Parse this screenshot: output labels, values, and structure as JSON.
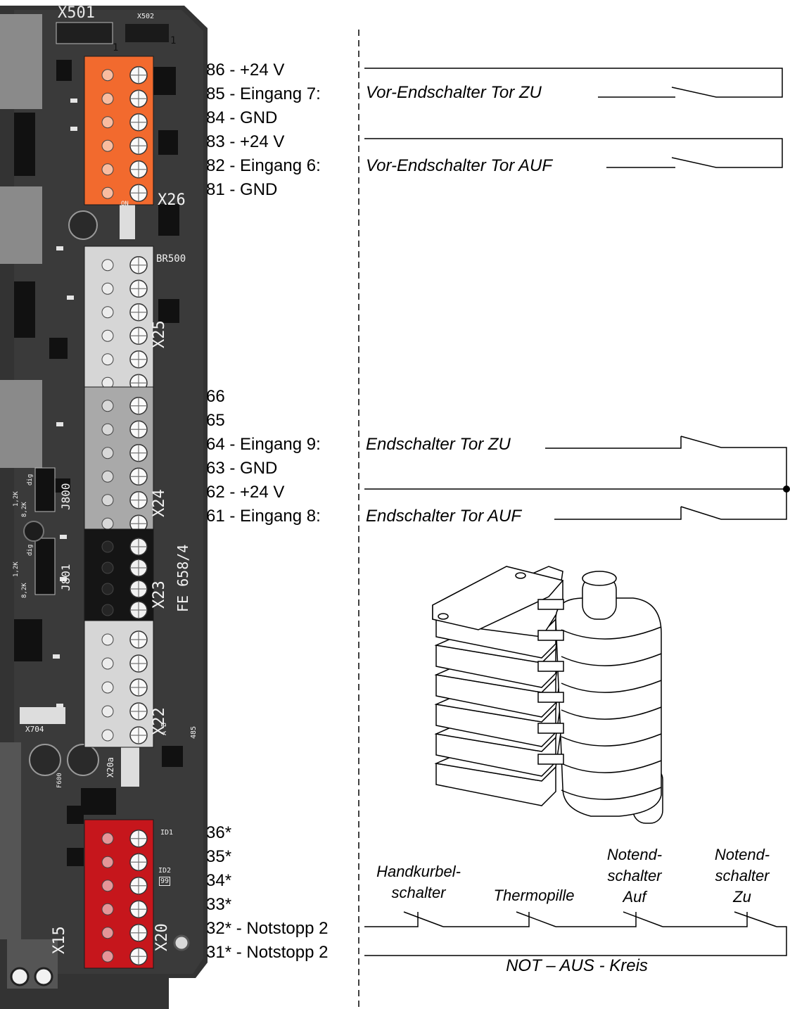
{
  "board": {
    "connectors": {
      "x501": "X501",
      "x502": "X502",
      "pin1a": "1",
      "pin1b": "1",
      "x26": "X26",
      "x25": "X25",
      "x24": "X24",
      "x23": "X23",
      "x22": "X22",
      "x20": "X20",
      "x20a": "X20a",
      "x15": "X15",
      "x704": "X704",
      "br500": "BR500",
      "fe": "FE 658/4",
      "j800": "J800",
      "j801": "J801",
      "dig1": "dig",
      "dig2": "dig",
      "r12k1": "1,2K",
      "r82k1": "8,2K",
      "r12k2": "1,2K",
      "r82k2": "8,2K",
      "id1": "ID1",
      "id2": "ID2",
      "id2val": "99",
      "ab": "A B",
      "n485": "485",
      "on": "ON",
      "f600": "F600"
    },
    "colors": {
      "pcb": "#2f2f2f",
      "orange": "#f26a2e",
      "red": "#c6161c",
      "light_grey": "#d6d6d6",
      "mid_grey": "#a9a9a9",
      "black": "#151515"
    }
  },
  "terminals": {
    "t86": "86 -  +24 V",
    "t85": "85 - Eingang 7:",
    "t84": "84 - GND",
    "t83": "83 - +24 V",
    "t82": "82 - Eingang 6:",
    "t81": "81 - GND",
    "t66": "66",
    "t65": "65",
    "t64": "64 - Eingang 9:",
    "t63": "63 - GND",
    "t62": "62 - +24 V",
    "t61": "61 - Eingang 8:",
    "t36": "36*",
    "t35": "35*",
    "t34": "34*",
    "t33": "33*",
    "t32": "32* - Notstopp 2",
    "t31": "31* - Notstopp 2"
  },
  "switches": {
    "vor_zu": "Vor-Endschalter Tor ZU",
    "vor_auf": "Vor-Endschalter Tor AUF",
    "end_zu": "Endschalter Tor ZU",
    "end_auf": "Endschalter Tor AUF"
  },
  "estop": {
    "handkurbel_1": "Handkurbel-",
    "handkurbel_2": "schalter",
    "thermopille": "Thermopille",
    "notend_auf_1": "Notend-",
    "notend_auf_2": "schalter",
    "notend_auf_3": "Auf",
    "notend_zu_1": "Notend-",
    "notend_zu_2": "schalter",
    "notend_zu_3": "Zu",
    "circuit": "NOT – AUS - Kreis"
  }
}
